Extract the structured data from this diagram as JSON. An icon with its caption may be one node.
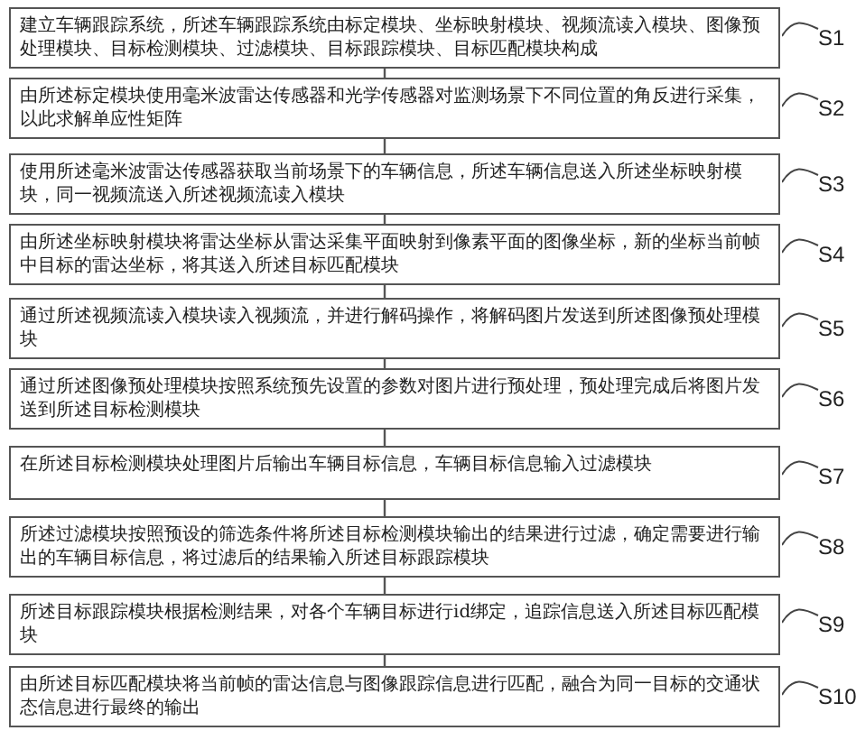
{
  "diagram": {
    "nodes": [
      {
        "text": [
          "建立车辆跟踪系统，所述车辆跟踪系统由标定模块、坐标映射模块、视频流读入模块、图像预处理模块、目标检测模块、过滤模块、目标跟踪模块、目标匹配模块构成"
        ],
        "beside": [
          "S1"
        ]
      },
      {
        "text": [
          "由所述标定模块使用毫米波雷达传感器和光学传感器对监测场景下不同位置的角反进行采集，以此求解单应性矩阵"
        ],
        "beside": [
          "S2"
        ]
      },
      {
        "text": [
          "使用所述毫米波雷达传感器获取当前场景下的车辆信息，所述车辆信息送入所述坐标映射模块，同一视频流送入所述视频流读入模块"
        ],
        "beside": [
          "S3"
        ]
      },
      {
        "text": [
          "由所述坐标映射模块将雷达坐标从雷达采集平面映射到像素平面的图像坐标，新的坐标当前帧中目标的雷达坐标，将其送入所述目标匹配模块"
        ],
        "beside": [
          "S4"
        ]
      },
      {
        "text": [
          "通过所述视频流读入模块读入视频流，并进行解码操作，将解码图片发送到所述图像预处理模块"
        ],
        "beside": [
          "S5"
        ]
      },
      {
        "text": [
          "通过所述图像预处理模块按照系统预先设置的参数对图片进行预处理，预处理完成后将图片发送到所述目标检测模块"
        ],
        "beside": [
          "S6"
        ]
      },
      {
        "text": [
          "在所述目标检测模块处理图片后输出车辆目标信息，车辆目标信息输入过滤模块"
        ],
        "beside": [
          "S7"
        ]
      },
      {
        "text": [
          "所述过滤模块按照预设的筛选条件将所述目标检测模块输出的结果进行过滤，确定需要进行输出的车辆目标信息，将过滤后的结果输入所述目标跟踪模块"
        ],
        "beside": [
          "S8"
        ]
      },
      {
        "text": [
          "所述目标跟踪模块根据检测结果，对各个车辆目标进行id绑定，追踪信息送入所述目标匹配模块"
        ],
        "beside": [
          "S9"
        ]
      },
      {
        "text": [
          "由所述目标匹配模块将当前帧的雷达信息与图像跟踪信息进行匹配，融合为同一目标的交通状态信息进行最终的输出"
        ],
        "beside": [
          "S10"
        ]
      }
    ],
    "edges": [
      {
        "from": 0,
        "to": 1,
        "arrow": "none"
      },
      {
        "from": 1,
        "to": 2,
        "arrow": "none"
      },
      {
        "from": 2,
        "to": 3,
        "arrow": "none"
      },
      {
        "from": 3,
        "to": 4,
        "arrow": "none"
      },
      {
        "from": 4,
        "to": 5,
        "arrow": "none"
      },
      {
        "from": 5,
        "to": 6,
        "arrow": "none"
      },
      {
        "from": 6,
        "to": 7,
        "arrow": "none"
      },
      {
        "from": 7,
        "to": 8,
        "arrow": "none"
      },
      {
        "from": 8,
        "to": 9,
        "arrow": "none"
      }
    ]
  }
}
